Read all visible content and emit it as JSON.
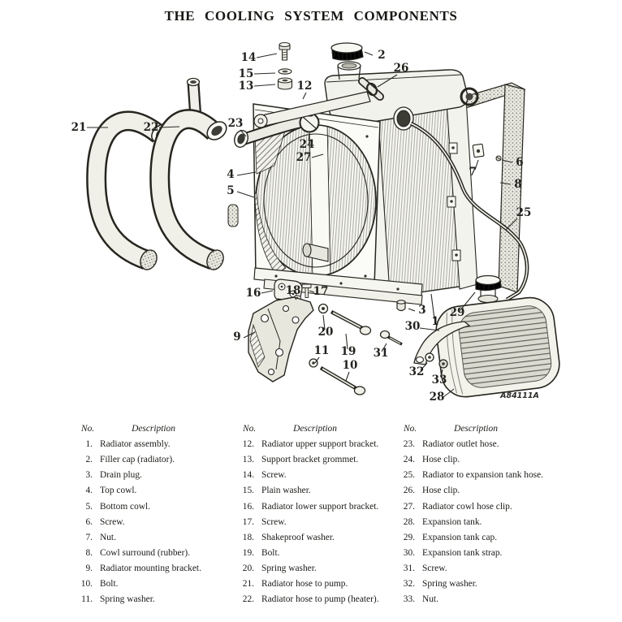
{
  "page": {
    "title": "THE COOLING SYSTEM COMPONENTS",
    "figure_ref": "A84111A"
  },
  "diagram": {
    "callouts": [
      "14",
      "15",
      "13",
      "12",
      "2",
      "26",
      "23",
      "21",
      "22",
      "24",
      "27",
      "4",
      "5",
      "6",
      "7",
      "8",
      "25",
      "16",
      "18",
      "17",
      "9",
      "20",
      "19",
      "11",
      "10",
      "31",
      "3",
      "1",
      "29",
      "30",
      "32",
      "33",
      "28"
    ]
  },
  "parts": {
    "headers": {
      "no": "No.",
      "desc": "Description"
    },
    "col1": [
      {
        "no": "1.",
        "d": "Radiator assembly."
      },
      {
        "no": "2.",
        "d": "Filler cap (radiator)."
      },
      {
        "no": "3.",
        "d": "Drain plug."
      },
      {
        "no": "4.",
        "d": "Top cowl."
      },
      {
        "no": "5.",
        "d": "Bottom cowl."
      },
      {
        "no": "6.",
        "d": "Screw."
      },
      {
        "no": "7.",
        "d": "Nut."
      },
      {
        "no": "8.",
        "d": "Cowl surround (rubber)."
      },
      {
        "no": "9.",
        "d": "Radiator mounting bracket."
      },
      {
        "no": "10.",
        "d": "Bolt."
      },
      {
        "no": "11.",
        "d": "Spring washer."
      }
    ],
    "col2": [
      {
        "no": "12.",
        "d": "Radiator upper support bracket."
      },
      {
        "no": "13.",
        "d": "Support bracket grommet."
      },
      {
        "no": "14.",
        "d": "Screw."
      },
      {
        "no": "15.",
        "d": "Plain washer."
      },
      {
        "no": "16.",
        "d": "Radiator lower support bracket."
      },
      {
        "no": "17.",
        "d": "Screw."
      },
      {
        "no": "18.",
        "d": "Shakeproof washer."
      },
      {
        "no": "19.",
        "d": "Bolt."
      },
      {
        "no": "20.",
        "d": "Spring washer."
      },
      {
        "no": "21.",
        "d": "Radiator hose to pump."
      },
      {
        "no": "22.",
        "d": "Radiator hose to pump (heater)."
      }
    ],
    "col3": [
      {
        "no": "23.",
        "d": "Radiator outlet hose."
      },
      {
        "no": "24.",
        "d": "Hose clip."
      },
      {
        "no": "25.",
        "d": "Radiator to expansion tank hose."
      },
      {
        "no": "26.",
        "d": "Hose clip."
      },
      {
        "no": "27.",
        "d": "Radiator cowl hose clip."
      },
      {
        "no": "28.",
        "d": "Expansion tank."
      },
      {
        "no": "29.",
        "d": "Expansion tank cap."
      },
      {
        "no": "30.",
        "d": "Expansion tank strap."
      },
      {
        "no": "31.",
        "d": "Screw."
      },
      {
        "no": "32.",
        "d": "Spring washer."
      },
      {
        "no": "33.",
        "d": "Nut."
      }
    ]
  }
}
